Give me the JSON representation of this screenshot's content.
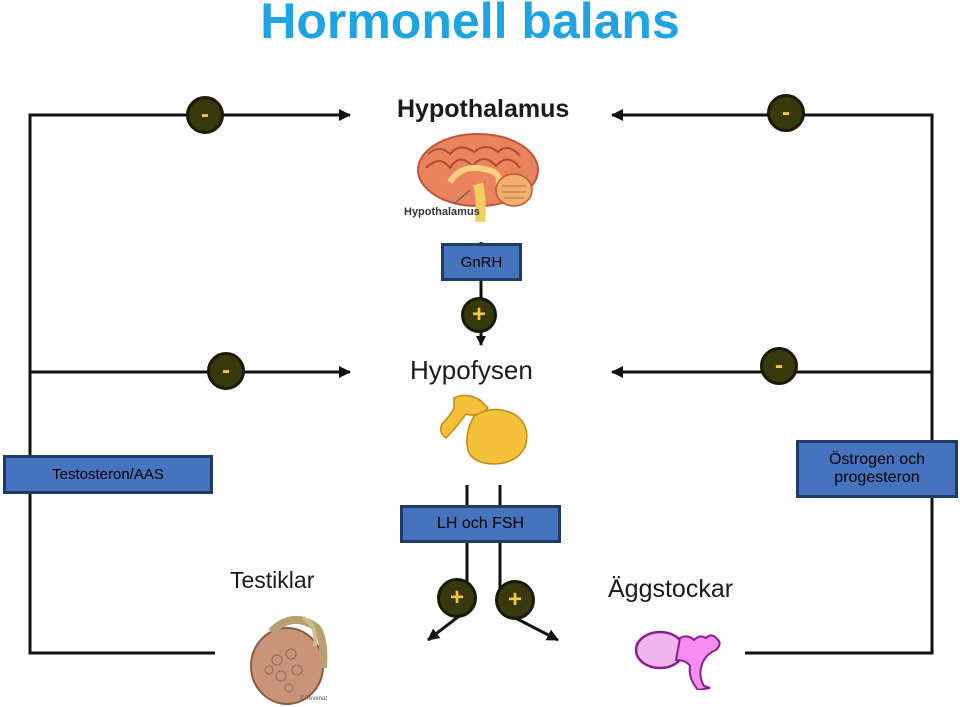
{
  "title": "Hormonell balans",
  "organs": {
    "hypothalamus": "Hypothalamus",
    "hypothalamus_caption": "Hypothalamus",
    "hypofysen": "Hypofysen",
    "testiklar": "Testiklar",
    "aggstockar": "Äggstockar"
  },
  "boxes": {
    "gnrh": "GnRH",
    "testosteron": "Testosteron/AAS",
    "ostrogen_line1": "Östrogen och",
    "ostrogen_line2": "progesteron",
    "lh_fsh": "LH och FSH"
  },
  "signs": {
    "minus": "-",
    "plus": "+"
  },
  "credit": "© Tevenat",
  "colors": {
    "title": "#1ea4e0",
    "box_fill": "#4673bd",
    "box_border": "#1f3b66",
    "sign_fill": "#37380c",
    "sign_text": "#f5c73a"
  }
}
